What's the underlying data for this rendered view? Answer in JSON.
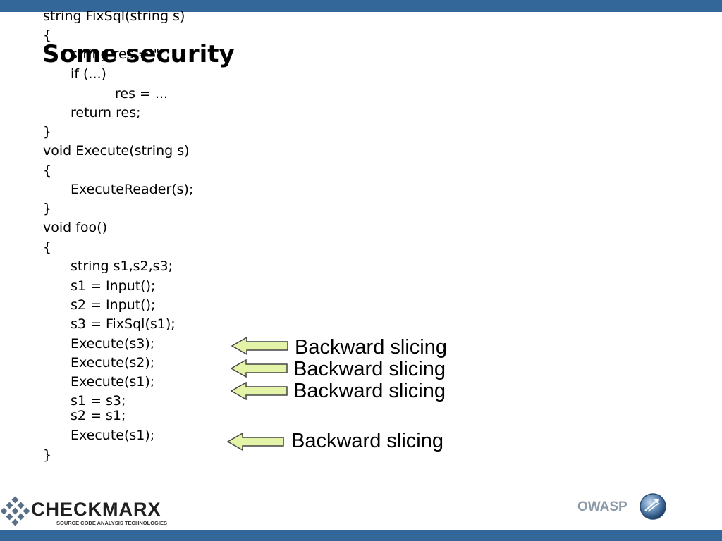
{
  "slide": {
    "title": "Some security",
    "colors": {
      "bar": "#336699",
      "arrow_fill": "#e3f4a8",
      "arrow_stroke": "#444444"
    }
  },
  "code": {
    "lines": [
      "string FixSql(string s)",
      "{",
      "string res = \"\";",
      "if (...)",
      "res = ...",
      "return res;",
      "}",
      "void Execute(string s)",
      "{",
      "ExecuteReader(s);",
      "}",
      "void foo()",
      "{",
      "string s1,s2,s3;",
      "s1 = Input();",
      "s2 = Input();",
      "s3 = FixSql(s1);",
      "Execute(s3);",
      "Execute(s2);",
      "Execute(s1);",
      "s1 = s3;",
      "s2 = s1;",
      "Execute(s1);",
      "}"
    ]
  },
  "annotations": [
    {
      "label": "Backward slicing",
      "icon": "arrow-left-icon"
    },
    {
      "label": "Backward slicing",
      "icon": "arrow-left-icon"
    },
    {
      "label": "Backward slicing",
      "icon": "arrow-left-icon"
    },
    {
      "label": "Backward slicing",
      "icon": "arrow-left-icon"
    }
  ],
  "footer": {
    "logo_text": "CHECKMARX",
    "logo_tagline": "SOURCE CODE ANALYSIS TECHNOLOGIES",
    "logo_icon": "checkmarx-diamond-icon",
    "owasp_text": "OWASP",
    "owasp_icon": "owasp-globe-icon"
  }
}
